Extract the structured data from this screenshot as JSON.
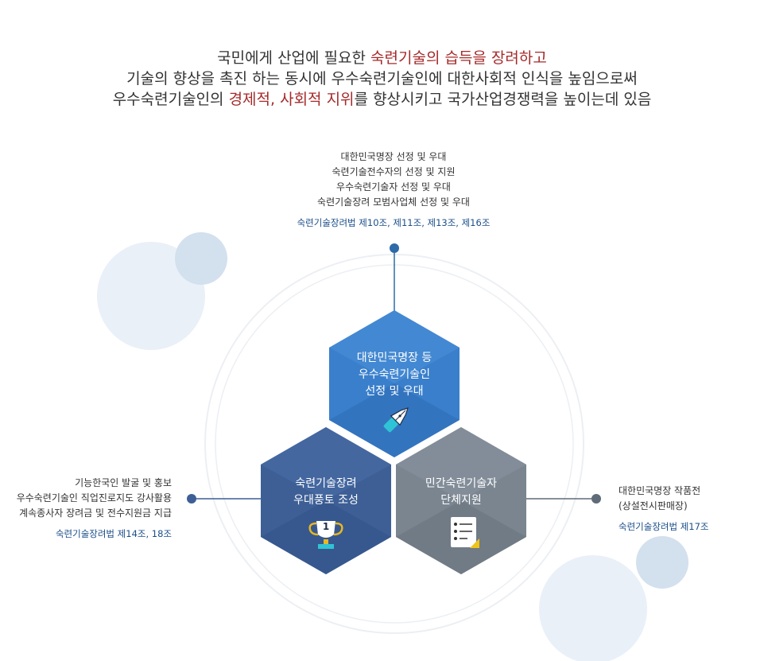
{
  "headline": {
    "line1_a": "국민에게 산업에 필요한 ",
    "line1_b": "숙련기술의 습득을 장려하고",
    "line2": "기술의 향상을 촉진 하는 동시에 우수숙련기술인에 대한사회적 인식을 높임으로써",
    "line3_a": "우수숙련기술인의 ",
    "line3_b": "경제적, 사회적 지위",
    "line3_c": "를 향상시키고 국가산업경쟁력을 높이는데 있음"
  },
  "top_caption": {
    "items": [
      "대한민국명장 선정 및 우대",
      "숙련기술전수자의 선정 및 지원",
      "우수숙련기술자 선정 및 우대",
      "숙련기술장려 모범사업체 선정 및 우대"
    ],
    "law": "숙련기술장려법 제10조, 제11조, 제13조, 제16조"
  },
  "left_caption": {
    "items": [
      "기능한국인 발굴 및 홍보",
      "우수숙련기술인 직업진로지도 강사활용",
      "계속종사자 장려금 및 전수지원금 지급"
    ],
    "law": "숙련기술장려법 제14조, 18조"
  },
  "right_caption": {
    "items": [
      "대한민국명장 작품전",
      "(상설전시판매장)"
    ],
    "law": "숙련기술장려법 제17조"
  },
  "hexes": {
    "top": {
      "line1": "대한민국명장 등",
      "line2": "우수숙련기술인",
      "line3": "선정 및 우대",
      "icon": "fountain-pen-icon"
    },
    "left": {
      "line1": "숙련기술장려",
      "line2": "우대풍토 조성",
      "icon": "trophy-icon",
      "trophy_number": "1"
    },
    "right": {
      "line1": "민간숙련기술자",
      "line2": "단체지원",
      "icon": "checklist-icon"
    }
  },
  "colors": {
    "highlight": "#a52a2a",
    "law": "#1c4f8a",
    "hex_top": "#3a7fcb",
    "hex_left": "#3d5f96",
    "hex_right": "#7a8590"
  }
}
